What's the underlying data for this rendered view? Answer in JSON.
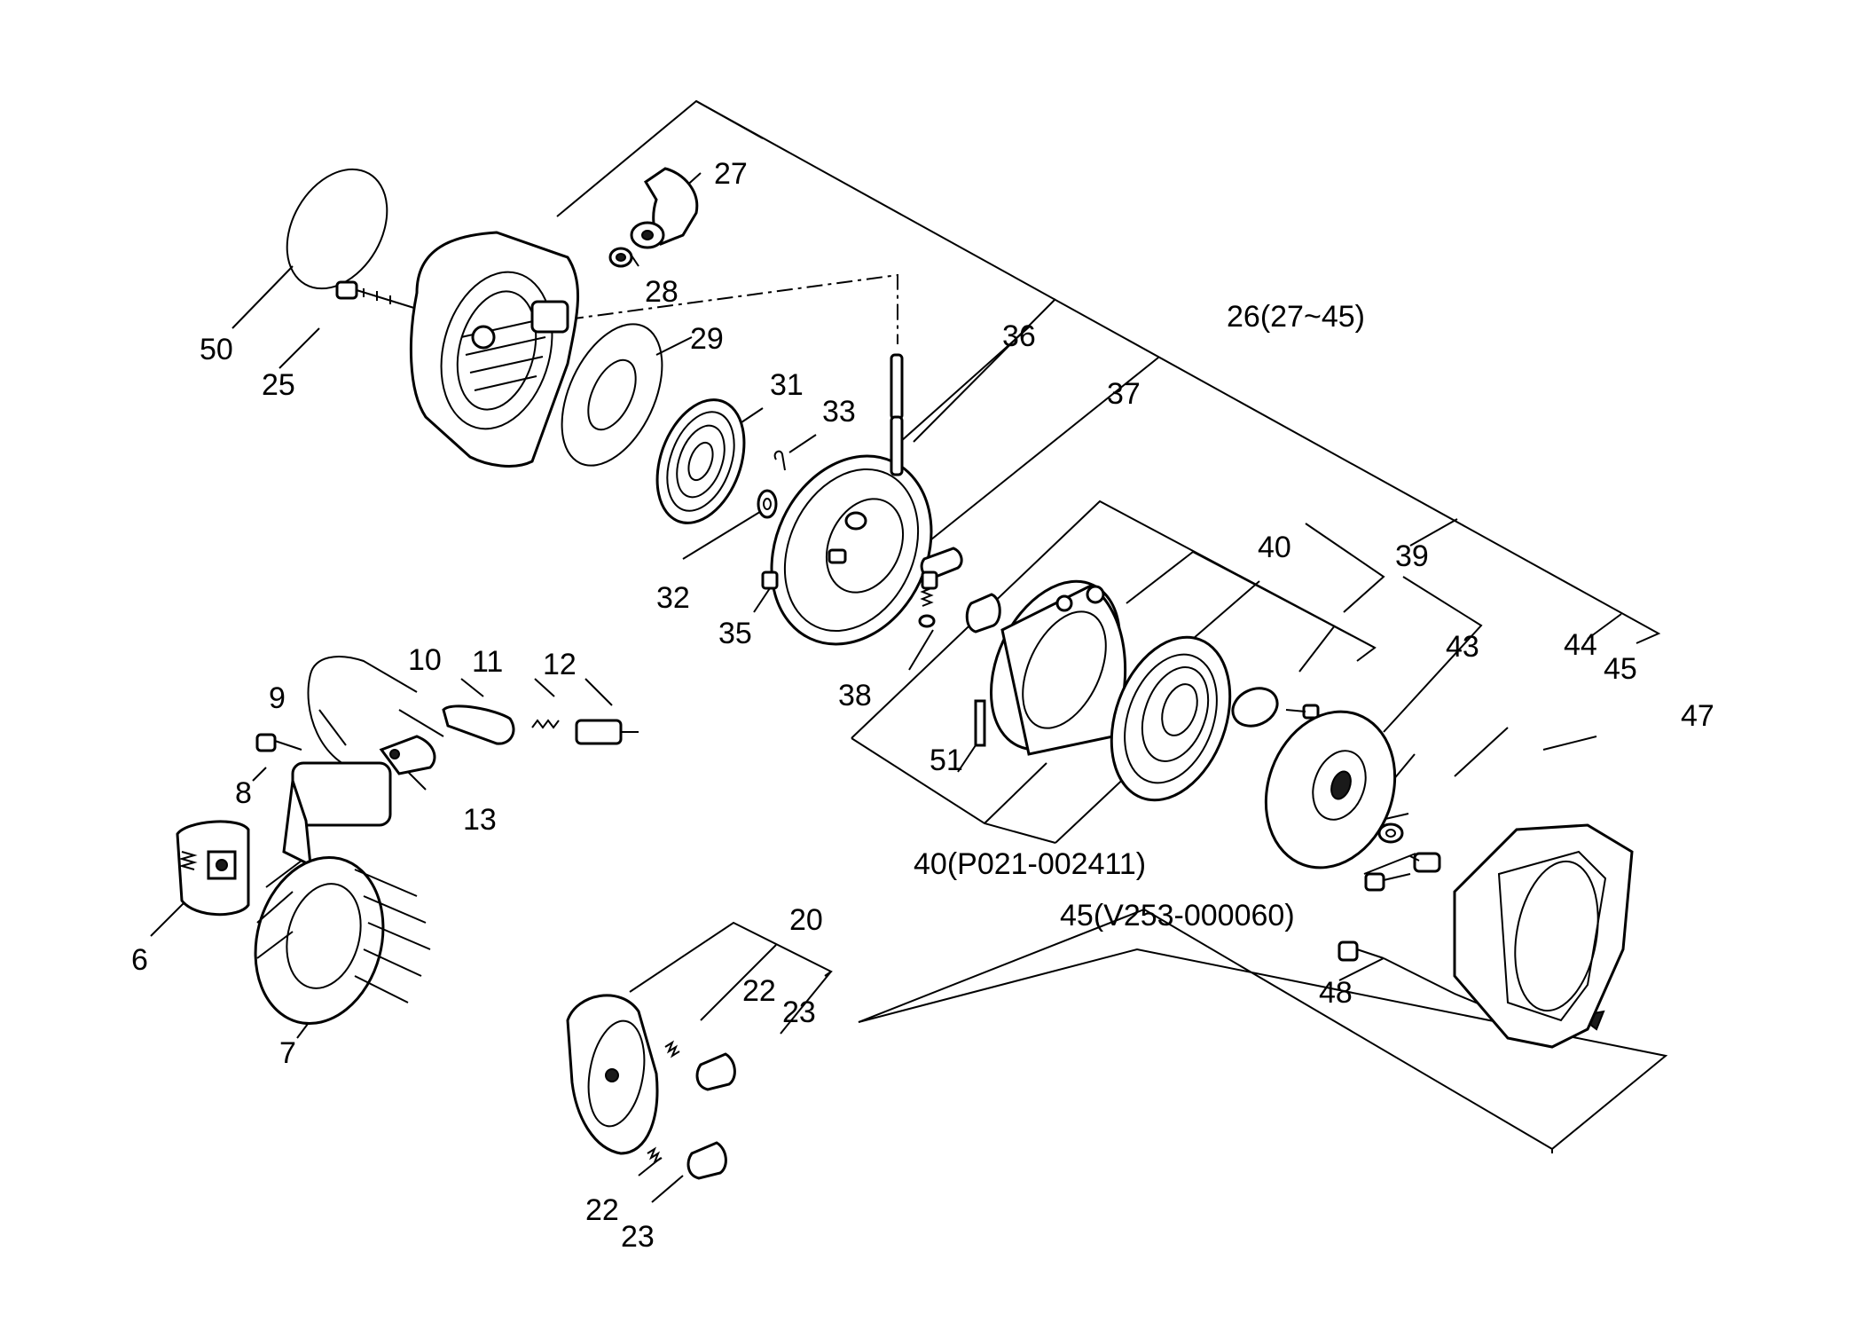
{
  "labels": {
    "p50": "50",
    "p25": "25",
    "p27": "27",
    "p28": "28",
    "p29": "29",
    "p31": "31",
    "p33": "33",
    "p36": "36",
    "p37": "37",
    "p26": "26(27~45)",
    "p32": "32",
    "p35": "35",
    "p38": "38",
    "p40a": "40",
    "p39": "39",
    "p43": "43",
    "p44": "44",
    "p45a": "45",
    "p47": "47",
    "p51": "51",
    "p40b": "40(P021-002411)",
    "p45b": "45(V253-000060)",
    "p48": "48",
    "p10": "10",
    "p11": "11",
    "p12": "12",
    "p9": "9",
    "p8": "8",
    "p13": "13",
    "p6": "6",
    "p7": "7",
    "p20": "20",
    "p22a": "22",
    "p23a": "23",
    "p22b": "22",
    "p23b": "23"
  }
}
